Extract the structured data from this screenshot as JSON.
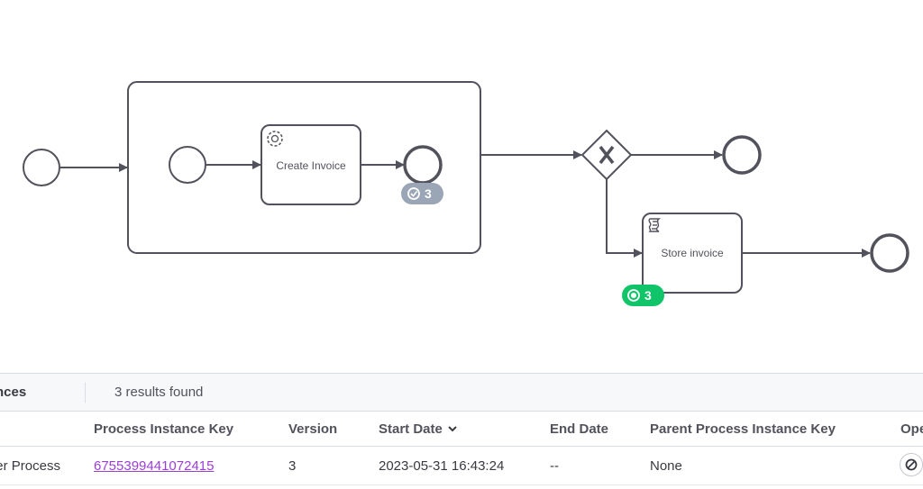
{
  "diagram": {
    "tasks": [
      {
        "id": "create-invoice",
        "label": "Create Invoice",
        "icon": "service-task-gear-icon"
      },
      {
        "id": "store-invoice",
        "label": "Store invoice",
        "icon": "script-task-icon"
      }
    ],
    "gateway": {
      "type": "exclusive",
      "icon": "x-icon"
    },
    "badges": [
      {
        "id": "completed",
        "count": "3",
        "color": "#9aa5b6",
        "icon": "check-circle-icon"
      },
      {
        "id": "active",
        "count": "3",
        "color": "#10c569",
        "icon": "active-dot-icon"
      }
    ],
    "colors": {
      "stroke": "#52525c",
      "fill": "#ffffff"
    }
  },
  "instances": {
    "title": "Instances",
    "results": "3 results found",
    "columns": [
      "Process Instance Key",
      "Version",
      "Start Date",
      "End Date",
      "Parent Process Instance Key",
      "Operations"
    ],
    "sort_column": "Start Date",
    "rows": [
      {
        "name": "Order Process",
        "key": "6755399441072415",
        "version": "3",
        "start_date": "2023-05-31 16:43:24",
        "end_date": "--",
        "parent": "None"
      }
    ]
  }
}
